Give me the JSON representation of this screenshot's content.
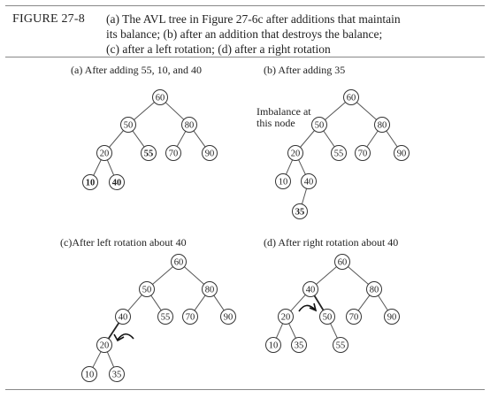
{
  "figure": {
    "label": "FIGURE 27-8",
    "caption": "(a) The AVL tree in Figure 27-6c after additions that maintain\nits balance; (b) after an addition that destroys the balance;\n(c) after a left rotation; (d) after a right rotation"
  },
  "panels": [
    {
      "caption": "(a) After adding 55, 10, and 40",
      "nodes": [
        {
          "id": "60",
          "label": "60"
        },
        {
          "id": "50",
          "label": "50"
        },
        {
          "id": "80",
          "label": "80"
        },
        {
          "id": "20",
          "label": "20"
        },
        {
          "id": "55",
          "label": "55",
          "bold": true
        },
        {
          "id": "70",
          "label": "70"
        },
        {
          "id": "90",
          "label": "90"
        },
        {
          "id": "10",
          "label": "10",
          "bold": true
        },
        {
          "id": "40",
          "label": "40",
          "bold": true
        }
      ],
      "edges": [
        [
          "60",
          "50"
        ],
        [
          "60",
          "80"
        ],
        [
          "50",
          "20"
        ],
        [
          "50",
          "55"
        ],
        [
          "80",
          "70"
        ],
        [
          "80",
          "90"
        ],
        [
          "20",
          "10"
        ],
        [
          "20",
          "40"
        ]
      ]
    },
    {
      "caption": "(b) After adding 35",
      "annotation": [
        "Imbalance at",
        "this node"
      ],
      "nodes": [
        {
          "id": "60",
          "label": "60"
        },
        {
          "id": "50",
          "label": "50"
        },
        {
          "id": "80",
          "label": "80"
        },
        {
          "id": "20",
          "label": "20"
        },
        {
          "id": "55",
          "label": "55"
        },
        {
          "id": "70",
          "label": "70"
        },
        {
          "id": "90",
          "label": "90"
        },
        {
          "id": "10",
          "label": "10"
        },
        {
          "id": "40",
          "label": "40"
        },
        {
          "id": "35",
          "label": "35",
          "bold": true
        }
      ],
      "edges": [
        [
          "60",
          "50"
        ],
        [
          "60",
          "80"
        ],
        [
          "50",
          "20"
        ],
        [
          "50",
          "55"
        ],
        [
          "80",
          "70"
        ],
        [
          "80",
          "90"
        ],
        [
          "20",
          "10"
        ],
        [
          "20",
          "40"
        ],
        [
          "40",
          "35"
        ]
      ]
    },
    {
      "caption": "(c)After left rotation about 40",
      "nodes": [
        {
          "id": "60",
          "label": "60"
        },
        {
          "id": "50",
          "label": "50"
        },
        {
          "id": "80",
          "label": "80"
        },
        {
          "id": "40",
          "label": "40"
        },
        {
          "id": "55",
          "label": "55"
        },
        {
          "id": "70",
          "label": "70"
        },
        {
          "id": "90",
          "label": "90"
        },
        {
          "id": "20",
          "label": "20"
        },
        {
          "id": "10",
          "label": "10"
        },
        {
          "id": "35",
          "label": "35"
        }
      ],
      "edges": [
        [
          "60",
          "50"
        ],
        [
          "60",
          "80"
        ],
        [
          "50",
          "40"
        ],
        [
          "50",
          "55"
        ],
        [
          "80",
          "70"
        ],
        [
          "80",
          "90"
        ],
        [
          "40",
          "20",
          true
        ],
        [
          "20",
          "10"
        ],
        [
          "20",
          "35"
        ]
      ],
      "rotation_arrow": "counterclockwise"
    },
    {
      "caption": "(d) After right rotation about 40",
      "nodes": [
        {
          "id": "60",
          "label": "60"
        },
        {
          "id": "40",
          "label": "40"
        },
        {
          "id": "80",
          "label": "80"
        },
        {
          "id": "20",
          "label": "20"
        },
        {
          "id": "50",
          "label": "50"
        },
        {
          "id": "70",
          "label": "70"
        },
        {
          "id": "90",
          "label": "90"
        },
        {
          "id": "10",
          "label": "10"
        },
        {
          "id": "35",
          "label": "35"
        },
        {
          "id": "55",
          "label": "55"
        }
      ],
      "edges": [
        [
          "60",
          "40"
        ],
        [
          "60",
          "80"
        ],
        [
          "40",
          "20"
        ],
        [
          "40",
          "50",
          true
        ],
        [
          "80",
          "70"
        ],
        [
          "80",
          "90"
        ],
        [
          "20",
          "10"
        ],
        [
          "20",
          "35"
        ],
        [
          "50",
          "55"
        ]
      ],
      "rotation_arrow": "clockwise"
    }
  ]
}
